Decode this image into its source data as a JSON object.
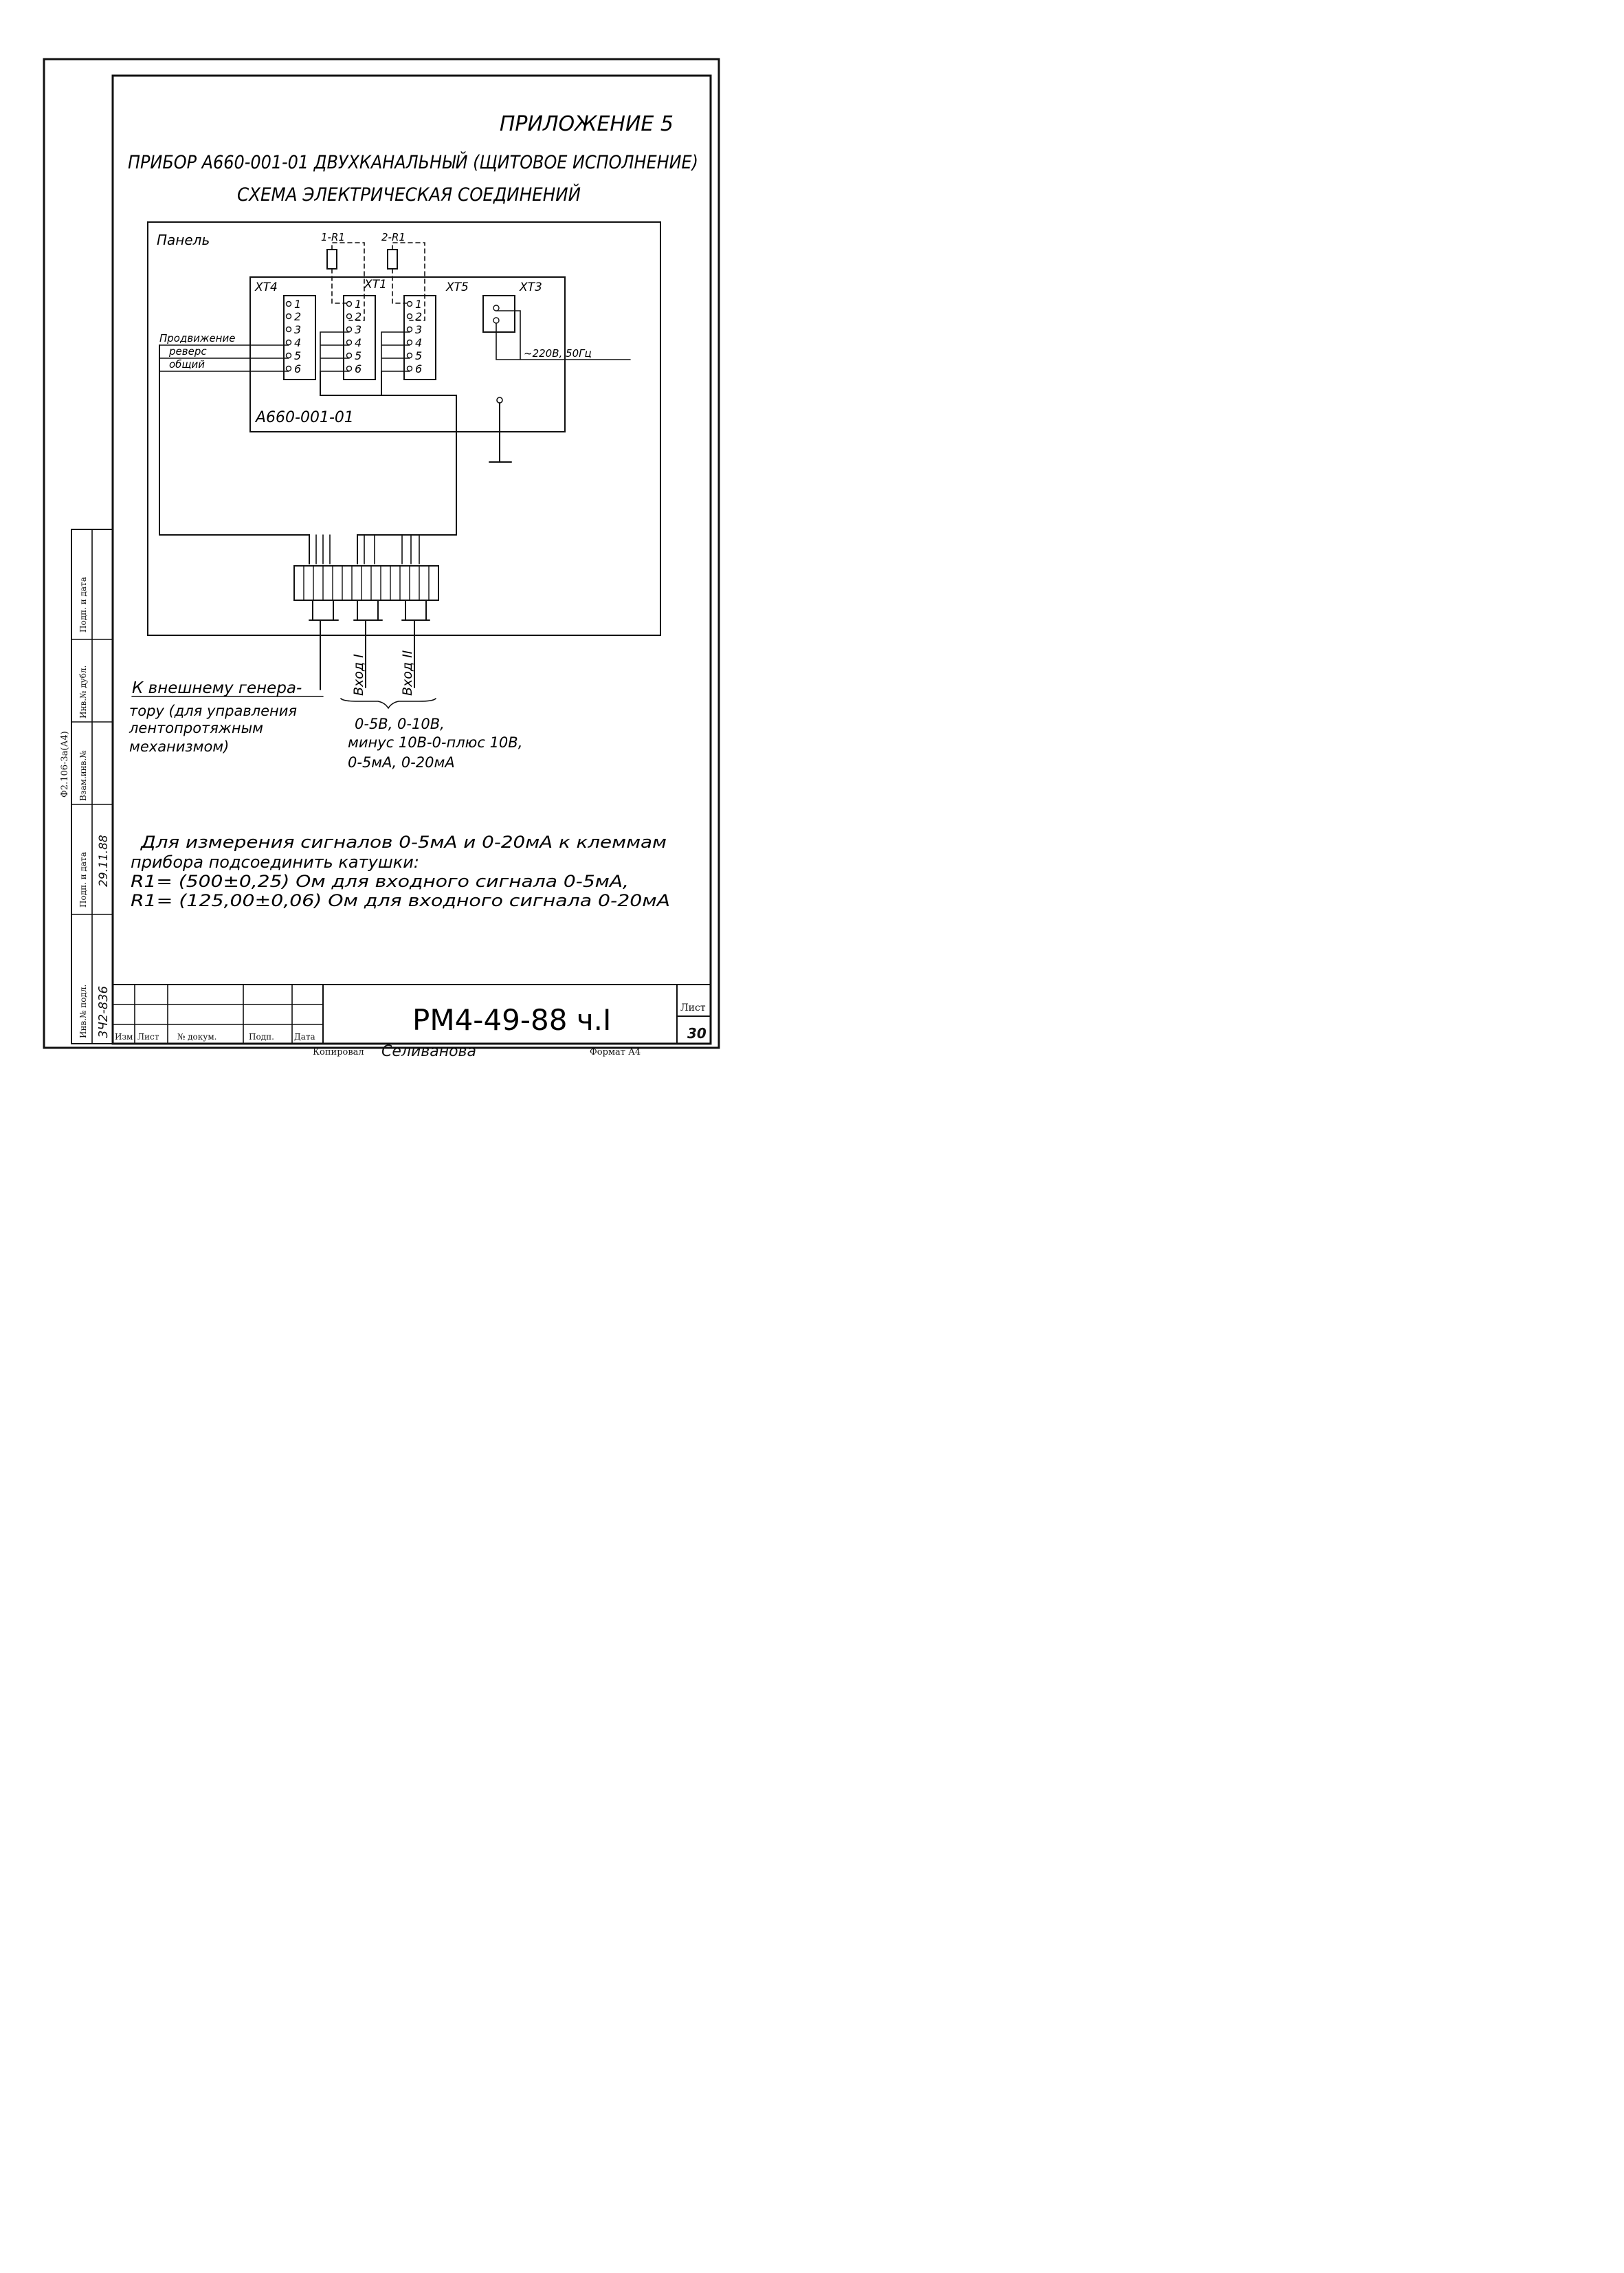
{
  "header": {
    "appendix": "ПРИЛОЖЕНИЕ 5",
    "title_line1": "ПРИБОР А660-001-01 ДВУХКАНАЛЬНЫЙ (ЩИТОВОЕ ИСПОЛНЕНИЕ)",
    "title_line2": "СХЕМА ЭЛЕКТРИЧЕСКАЯ СОЕДИНЕНИЙ"
  },
  "diagram": {
    "panel_label": "Панель",
    "device_label": "А660-001-01",
    "resistor1": "1-R1",
    "resistor2": "2-R1",
    "blocks": [
      "ХТ4",
      "ХТ1",
      "ХТ5",
      "ХТ3"
    ],
    "terminals": [
      "1",
      "2",
      "3",
      "4",
      "5",
      "6"
    ],
    "signals": [
      "Продвижение",
      "реверс",
      "общий"
    ],
    "power": "~220В, 50Гц",
    "input1": "Вход I",
    "input2": "Вход II",
    "generator_note": [
      "К внешнему генера-",
      "тору (для управления",
      "лентопротяжным",
      "механизмом)"
    ],
    "input_ranges": [
      "0-5В, 0-10В,",
      "минус 10В-0-плюс 10В,",
      "0-5мА, 0-20мА"
    ]
  },
  "note": [
    "Для измерения сигналов 0-5мА и 0-20мА к клеммам",
    "прибора подсоединить катушки:",
    "R1= (500±0,25) Ом для входного сигнала 0-5мА,",
    "R1= (125,00±0,06) Ом для входного сигнала 0-20мА"
  ],
  "side_stamp": {
    "format": "Ф2.106-3а(А4)",
    "cells": [
      "Подп. и дата",
      "Инв.№ дубл.",
      "Взам.инв.№",
      "Подп. и дата",
      "Инв.№ подл."
    ],
    "inv_value": "3Ч2-836",
    "date_value": "29.11.88"
  },
  "title_block": {
    "headers": [
      "Изм",
      "Лист",
      "№ докум.",
      "Подп.",
      "Дата"
    ],
    "document": "РМ4-49-88 ч.I",
    "sheet_label": "Лист",
    "sheet_number": "30",
    "copied_label": "Копировал",
    "copied_by": "Селиванова",
    "format_label": "Формат А4"
  }
}
